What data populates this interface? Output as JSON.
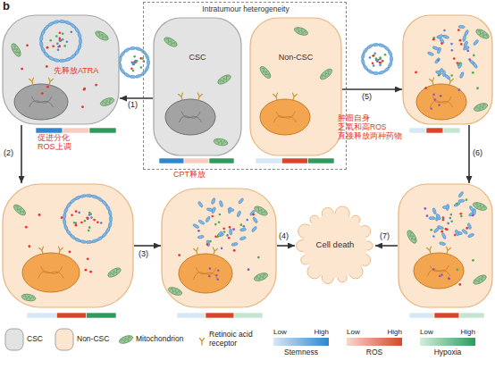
{
  "diagram": {
    "nodes": [
      {
        "text": [
          "先释放ATRA"
        ]
      },
      {
        "text": [
          "Intratumour heterogeneity"
        ]
      },
      {
        "text": [
          "CSC"
        ],
        "in": 1
      },
      {
        "text": [
          "Non-CSC"
        ],
        "in": 1
      },
      {
        "text": [
          "肿瘤自身 乏氧和高ROS 直接释放两种药物"
        ]
      },
      {
        "text": [
          "促进分化 ROS上调"
        ]
      },
      {
        "text": [
          "CPT释放"
        ]
      },
      {
        "text": [
          "Cell death"
        ]
      },
      {
        "text": []
      }
    ],
    "edges": [
      {
        "from": 2,
        "to": 0,
        "arrow": "to",
        "label": "(1)"
      },
      {
        "from": 0,
        "to": 5,
        "arrow": "to",
        "label": "(2)"
      },
      {
        "from": 5,
        "to": 6,
        "arrow": "to",
        "label": "(3)"
      },
      {
        "from": 6,
        "to": 7,
        "arrow": "to",
        "label": "(4)"
      },
      {
        "from": 3,
        "to": 4,
        "arrow": "to",
        "label": "(5)"
      },
      {
        "from": 4,
        "to": 8,
        "arrow": "to",
        "label": "(6)"
      },
      {
        "from": 8,
        "to": 7,
        "arrow": "to",
        "label": "(7)"
      }
    ],
    "labels": [
      "b",
      "Low",
      "High",
      "Low",
      "High",
      "Low",
      "High"
    ],
    "legend": [
      {
        "text": "CSC",
        "color": "#e3e3e3"
      },
      {
        "text": "Non-CSC",
        "color": "#fde6cf"
      },
      {
        "text": "Mitochondrion"
      },
      {
        "text": "Retinoic acid receptor"
      },
      {
        "text": "Stemness"
      },
      {
        "text": "ROS"
      },
      {
        "text": "Hypoxia"
      }
    ]
  }
}
